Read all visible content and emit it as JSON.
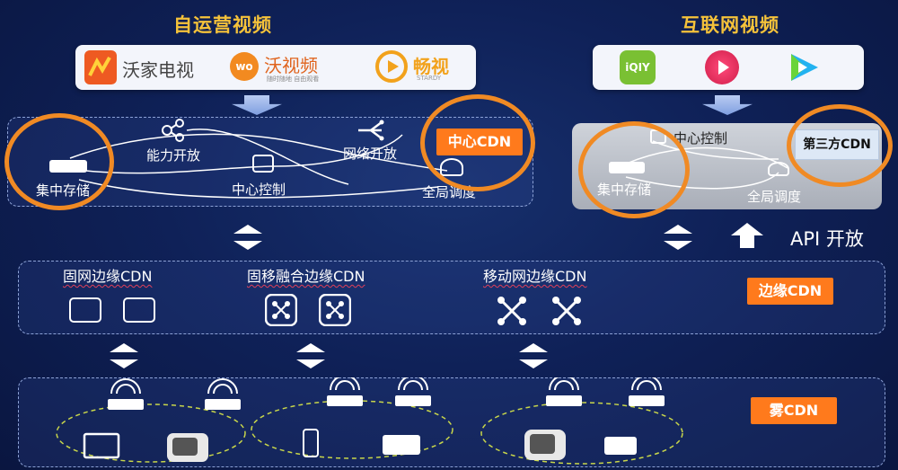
{
  "left_section": {
    "title": "自运营视频",
    "brands": {
      "wojia": "沃家电视",
      "wo_logo": "wo",
      "woshipin": "沃视频",
      "woshipin_sub": "随时随地 自由观看",
      "changshi": "畅视",
      "changshi_sub": "STARDY"
    },
    "center_cdn_nodes": [
      "能力开放",
      "网络开放",
      "集中存储",
      "中心控制",
      "全局调度"
    ],
    "center_cdn_tag": "中心CDN"
  },
  "right_section": {
    "title": "互联网视频",
    "app_logos": [
      "iqiyi-icon",
      "youku-icon",
      "tencent-video-icon"
    ],
    "iqiyi_text": "iQIY",
    "nodes": [
      "中心控制",
      "集中存储",
      "全局调度"
    ],
    "third_party_tag": "第三方CDN",
    "api_label": "API 开放"
  },
  "edge_layer": {
    "labels": [
      "固网边缘CDN",
      "固移融合边缘CDN",
      "移动网边缘CDN"
    ],
    "tag": "边缘CDN"
  },
  "fog_layer": {
    "tag": "雾CDN"
  },
  "colors": {
    "accent_orange": "#ff7a1c",
    "ring_orange": "#f08a24",
    "title_gold": "#f5c23a",
    "background": "#0f2158"
  }
}
